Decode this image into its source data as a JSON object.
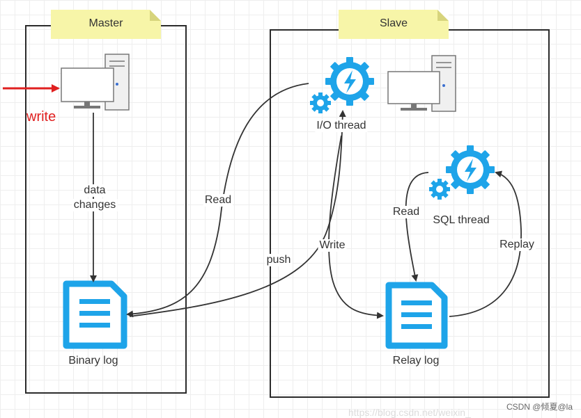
{
  "master": {
    "title": "Master",
    "write_label": "write",
    "data_changes_line1": "data",
    "data_changes_line2": "changes",
    "binary_log_label": "Binary log"
  },
  "slave": {
    "title": "Slave",
    "io_thread_label": "I/O thread",
    "sql_thread_label": "SQL thread",
    "relay_log_label": "Relay log"
  },
  "edges": {
    "read_label": "Read",
    "push_label": "push",
    "write_label": "Write",
    "sql_read_label": "Read",
    "replay_label": "Replay"
  },
  "footer": {
    "credit": "CSDN @倾夏@la"
  },
  "watermark": "https://blog.csdn.net/weixin_",
  "colors": {
    "icon_blue": "#1ea4e9",
    "arrow": "#333333",
    "write_red": "#e02020",
    "note_yellow": "#f7f5a8"
  },
  "icons": [
    "computer-icon",
    "document-icon",
    "gear-bolt-icon"
  ]
}
